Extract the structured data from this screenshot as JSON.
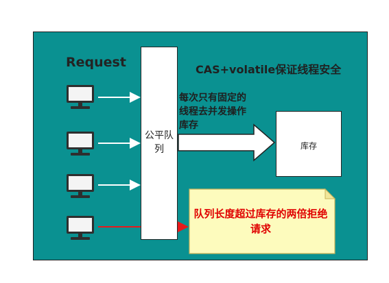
{
  "labels": {
    "request": "Request",
    "cas_title": "CAS+volatile保证线程安全",
    "fixed_threads": "每次只有固定的线程去并发操作库存",
    "queue": "公平队列",
    "inventory": "库存",
    "rejection": "队列长度超过库存的两倍拒绝请求"
  },
  "colors": {
    "panel": "#0a9191",
    "arrow_white": "#ffffff",
    "arrow_red": "#e8191a",
    "callout_fill": "#fdfbbd",
    "callout_text": "#e00000"
  },
  "icons": [
    "computer-icon",
    "computer-icon",
    "computer-icon",
    "computer-icon"
  ]
}
